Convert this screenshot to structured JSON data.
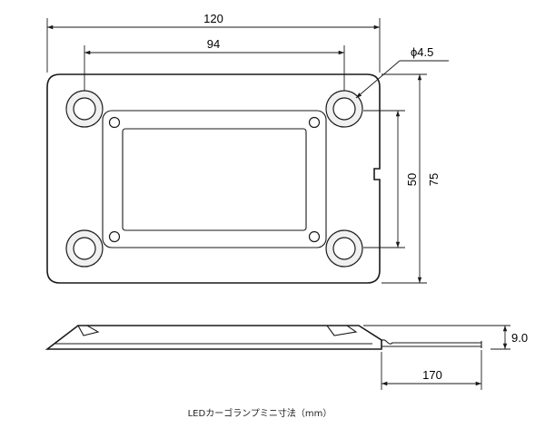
{
  "dimensions": {
    "overall_width": "120",
    "hole_pitch_x": "94",
    "hole_diameter": "ϕ4.5",
    "hole_pitch_y": "50",
    "overall_height": "75",
    "thickness": "9.0",
    "cable_length": "170"
  },
  "caption": "LEDカーゴランプミニ寸法（mm）"
}
